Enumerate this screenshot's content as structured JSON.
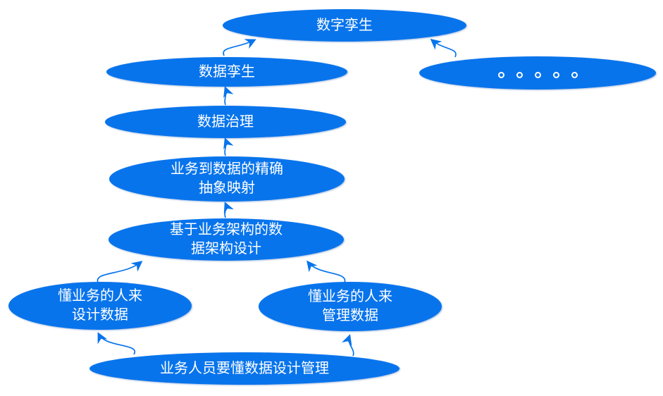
{
  "colors": {
    "background": "#ffffff",
    "node_fill": "#0874ec",
    "node_text": "#ffffff",
    "arrow": "#0874ec"
  },
  "nodes": [
    {
      "id": "digital-twin",
      "line1": "数字孪生",
      "line2": ""
    },
    {
      "id": "data-twin",
      "line1": "数据孪生",
      "line2": ""
    },
    {
      "id": "others-ellipsis",
      "line1": "。。。。。",
      "line2": ""
    },
    {
      "id": "data-governance",
      "line1": "数据治理",
      "line2": ""
    },
    {
      "id": "business-to-data-mapping",
      "line1": "业务到数据的精确",
      "line2": "抽象映射"
    },
    {
      "id": "data-architecture-design",
      "line1": "基于业务架构的数",
      "line2": "据架构设计"
    },
    {
      "id": "design-data-people",
      "line1": "懂业务的人来",
      "line2": "设计数据"
    },
    {
      "id": "manage-data-people",
      "line1": "懂业务的人来",
      "line2": "管理数据"
    },
    {
      "id": "business-staff",
      "line1": "业务人员要懂数据设计管理",
      "line2": ""
    }
  ],
  "edges": [
    {
      "from": "data-twin",
      "to": "digital-twin"
    },
    {
      "from": "others-ellipsis",
      "to": "digital-twin"
    },
    {
      "from": "data-governance",
      "to": "data-twin"
    },
    {
      "from": "business-to-data-mapping",
      "to": "data-governance"
    },
    {
      "from": "data-architecture-design",
      "to": "business-to-data-mapping"
    },
    {
      "from": "design-data-people",
      "to": "data-architecture-design"
    },
    {
      "from": "manage-data-people",
      "to": "data-architecture-design"
    },
    {
      "from": "business-staff",
      "to": "design-data-people"
    },
    {
      "from": "business-staff",
      "to": "manage-data-people"
    }
  ]
}
